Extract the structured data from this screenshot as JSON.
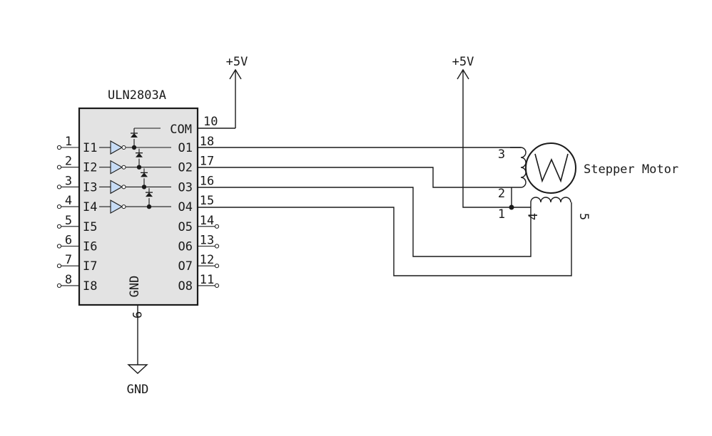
{
  "ic": {
    "name": "ULN2803A",
    "com_label": "COM",
    "com_pin": "10",
    "gnd_label": "GND",
    "gnd_pin": "9",
    "inputs": [
      {
        "pin": "1",
        "label": "I1"
      },
      {
        "pin": "2",
        "label": "I2"
      },
      {
        "pin": "3",
        "label": "I3"
      },
      {
        "pin": "4",
        "label": "I4"
      },
      {
        "pin": "5",
        "label": "I5"
      },
      {
        "pin": "6",
        "label": "I6"
      },
      {
        "pin": "7",
        "label": "I7"
      },
      {
        "pin": "8",
        "label": "I8"
      }
    ],
    "outputs": [
      {
        "pin": "18",
        "label": "O1"
      },
      {
        "pin": "17",
        "label": "O2"
      },
      {
        "pin": "16",
        "label": "O3"
      },
      {
        "pin": "15",
        "label": "O4"
      },
      {
        "pin": "14",
        "label": "O5"
      },
      {
        "pin": "13",
        "label": "O6"
      },
      {
        "pin": "12",
        "label": "O7"
      },
      {
        "pin": "11",
        "label": "O8"
      }
    ]
  },
  "power": {
    "supply_left": "+5V",
    "supply_right": "+5V",
    "ground": "GND"
  },
  "motor": {
    "name": "Stepper Motor",
    "wire_labels": {
      "w1": "1",
      "w2": "2",
      "w3": "3",
      "w4": "4",
      "w5": "5"
    }
  }
}
